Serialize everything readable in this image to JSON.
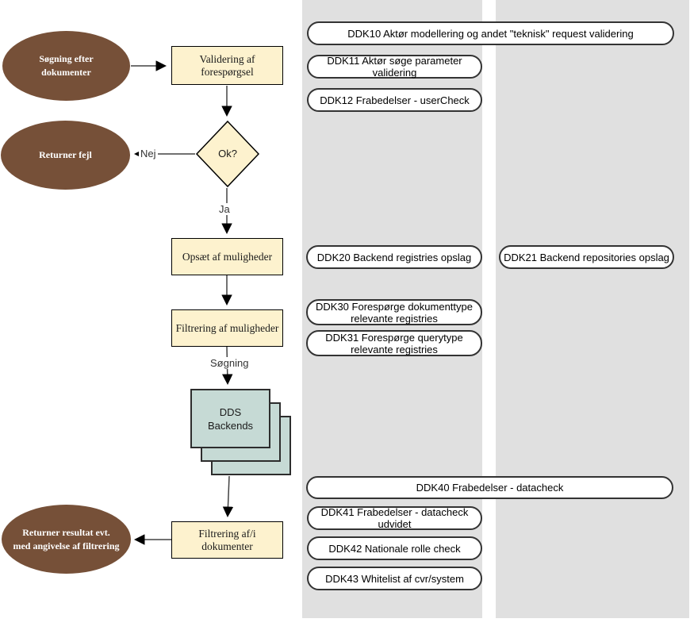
{
  "colors": {
    "lane_gray": "#e0e0e0",
    "ellipse_brown": "#765038",
    "process_cream": "#fdf2ce",
    "stack_teal": "#c6dad5",
    "pill_border": "#333333",
    "connector": "#424242"
  },
  "flowchart": {
    "start_ellipse": {
      "line1": "Søgning efter",
      "line2": "dokumenter"
    },
    "validate_box": "Validering af forespørgsel",
    "decision": "Ok?",
    "error_ellipse": "Returner fejl",
    "label_nej": "Nej",
    "label_ja": "Ja",
    "setup_box": "Opsæt af muligheder",
    "filter_options_box": "Filtrering af muligheder",
    "label_sogning": "Søgning",
    "backends_stack": {
      "line1": "DDS",
      "line2": "Backends"
    },
    "filter_documents_box": "Filtrering af/i dokumenter",
    "result_ellipse": {
      "line1": "Returner resultat evt.",
      "line2": "med angivelse af filtrering"
    }
  },
  "pills": {
    "ddk10": "DDK10 Aktør modellering og andet \"teknisk\" request validering",
    "ddk11": "DDK11 Aktør søge parameter validering",
    "ddk12": "DDK12 Frabedelser - userCheck",
    "ddk20": "DDK20 Backend registries opslag",
    "ddk21": "DDK21 Backend repositories opslag",
    "ddk30_l1": "DDK30 Forespørge dokumenttype",
    "ddk30_l2": "relevante registries",
    "ddk31_l1": "DDK31 Forespørge querytype",
    "ddk31_l2": "relevante registries",
    "ddk40": "DDK40 Frabedelser - datacheck",
    "ddk41": "DDK41 Frabedelser - datacheck udvidet",
    "ddk42": "DDK42 Nationale rolle check",
    "ddk43": "DDK43 Whitelist af cvr/system"
  }
}
